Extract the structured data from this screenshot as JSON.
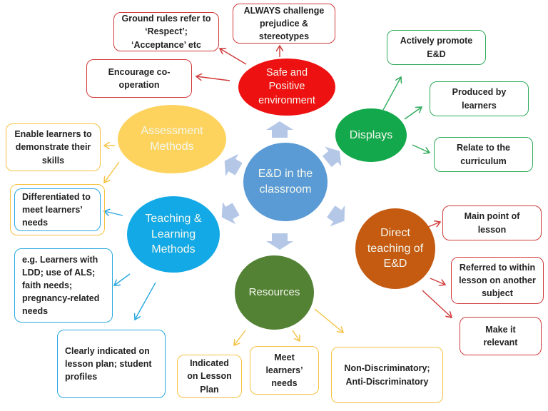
{
  "center": {
    "label": "E&D in the classroom",
    "color": "#5b9bd5"
  },
  "nodes": {
    "safe": {
      "label": "Safe and Positive environment",
      "color": "#ee1111"
    },
    "displays": {
      "label": "Displays",
      "color": "#13a84b"
    },
    "direct": {
      "label": "Direct teaching of E&D",
      "color": "#c55a11"
    },
    "resources": {
      "label": "Resources",
      "color": "#548235"
    },
    "teaching": {
      "label": "Teaching & Learning Methods",
      "color": "#12a9e6"
    },
    "assessment": {
      "label": "Assessment Methods",
      "color": "#fdd35e"
    }
  },
  "boxes": {
    "ground_rules": "Ground rules refer to ‘Respect’; ‘Acceptance’ etc",
    "always_challenge": "ALWAYS challenge prejudice & stereotypes",
    "encourage": "Encourage co-operation",
    "actively_promote": "Actively promote E&D",
    "produced_by": "Produced by learners",
    "relate": "Relate to the curriculum",
    "main_point": "Main point of lesson",
    "referred_to": "Referred to within lesson on another subject",
    "make_relevant": "Make it relevant",
    "non_discriminatory": "Non-Discriminatory; Anti-Discriminatory",
    "meet_needs": "Meet learners’ needs",
    "indicated_plan": "Indicated on Lesson Plan",
    "clearly_indicated": "Clearly indicated on lesson plan; student profiles",
    "eg_learners": "e.g. Learners with LDD; use of ALS; faith needs; pregnancy-related needs",
    "differentiated": "Differentiated to meet learners’ needs",
    "enable_learners": "Enable learners to demonstrate their skills"
  },
  "arrow_colors": {
    "red": "#d03a3a",
    "green": "#2eaa5a",
    "yellow": "#f5c242",
    "blue": "#29a8e0",
    "center": "#b4c7e7"
  }
}
